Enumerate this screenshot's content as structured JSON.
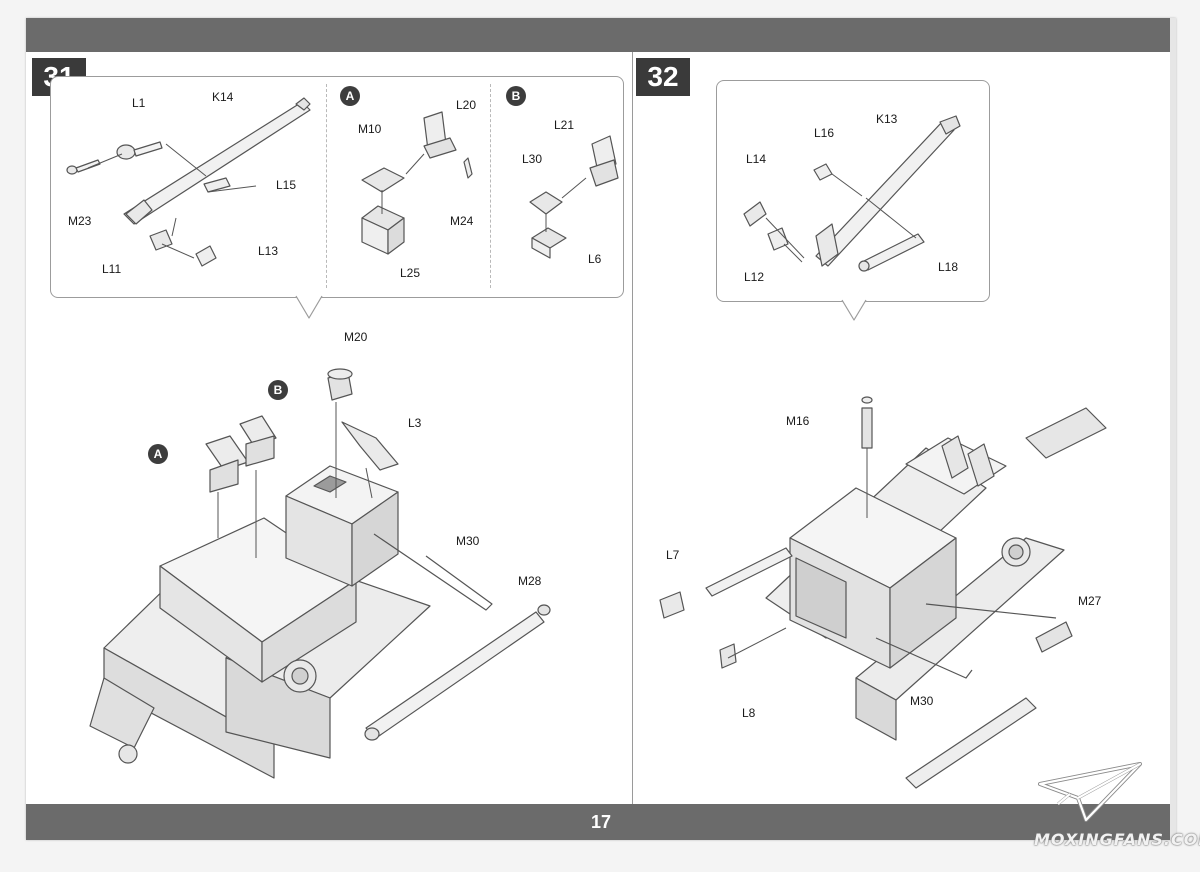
{
  "page": {
    "number": "17"
  },
  "step31": {
    "number": "31",
    "callout_main_labels": [
      "L1",
      "K14",
      "L15",
      "M23",
      "L11",
      "L13"
    ],
    "callout_a": {
      "badge": "A",
      "labels": [
        "L20",
        "M10",
        "M24",
        "L25"
      ]
    },
    "callout_b": {
      "badge": "B",
      "labels": [
        "L21",
        "L30",
        "L6"
      ]
    },
    "main": {
      "badge_a": "A",
      "badge_b": "B",
      "labels": [
        "M20",
        "L3",
        "M30",
        "M28"
      ]
    }
  },
  "step32": {
    "number": "32",
    "callout_labels": [
      "L16",
      "K13",
      "L14",
      "L12",
      "L18"
    ],
    "main": {
      "labels": [
        "M16",
        "L7",
        "M27",
        "L8",
        "M30"
      ]
    }
  },
  "watermark": {
    "text": "MOXINGFANS.COM",
    "logo_icon": "paper-plane-icon"
  },
  "colors": {
    "band": "#6b6b6b",
    "step_box": "#3a3a3a",
    "line_art": "#555555"
  }
}
